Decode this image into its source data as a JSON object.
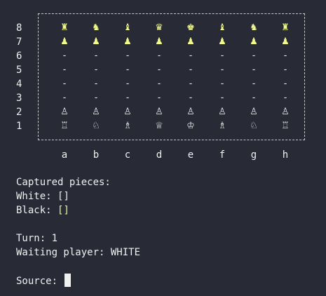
{
  "board": {
    "ranks": [
      "8",
      "7",
      "6",
      "5",
      "4",
      "3",
      "2",
      "1"
    ],
    "files": [
      "a",
      "b",
      "c",
      "d",
      "e",
      "f",
      "g",
      "h"
    ],
    "rows": [
      [
        "♜",
        "♞",
        "♝",
        "♛",
        "♚",
        "♝",
        "♞",
        "♜"
      ],
      [
        "♟",
        "♟",
        "♟",
        "♟",
        "♟",
        "♟",
        "♟",
        "♟"
      ],
      [
        "-",
        "-",
        "-",
        "-",
        "-",
        "-",
        "-",
        "-"
      ],
      [
        "-",
        "-",
        "-",
        "-",
        "-",
        "-",
        "-",
        "-"
      ],
      [
        "-",
        "-",
        "-",
        "-",
        "-",
        "-",
        "-",
        "-"
      ],
      [
        "-",
        "-",
        "-",
        "-",
        "-",
        "-",
        "-",
        "-"
      ],
      [
        "♙",
        "♙",
        "♙",
        "♙",
        "♙",
        "♙",
        "♙",
        "♙"
      ],
      [
        "♖",
        "♘",
        "♗",
        "♕",
        "♔",
        "♗",
        "♘",
        "♖"
      ]
    ],
    "black_color": "#f1fa8c",
    "white_color": "#e6e6e6"
  },
  "captured": {
    "heading": "Captured pieces:",
    "white_label": "White:",
    "white_value": "[]",
    "black_label": "Black:",
    "black_value": "[]"
  },
  "status": {
    "turn_label": "Turn:",
    "turn_value": "1",
    "waiting_label": "Waiting player:",
    "waiting_value": "WHITE"
  },
  "prompt": {
    "label": "Source:",
    "value": ""
  }
}
